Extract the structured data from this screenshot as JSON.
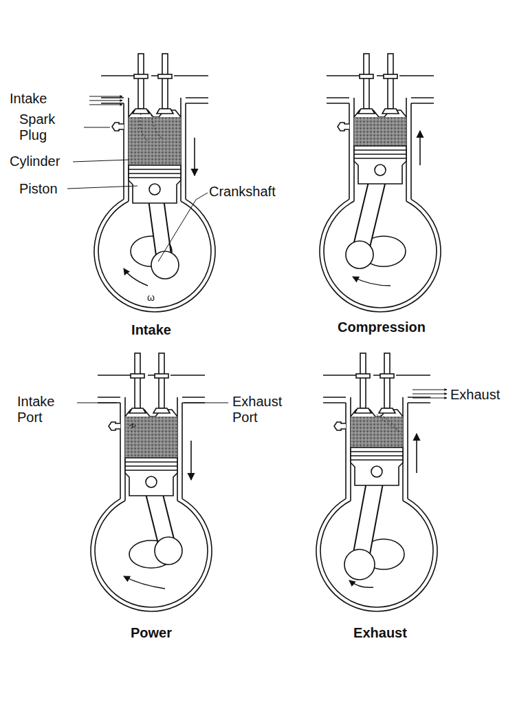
{
  "diagram": {
    "labels": [
      "Intake",
      "Spark Plug",
      "Cylinder",
      "Piston",
      "Crankshaft",
      "ω",
      "Intake",
      "Compression",
      "Intake Port",
      "Exhaust Port",
      "Power",
      "Exhaust",
      "Exhaust"
    ]
  }
}
